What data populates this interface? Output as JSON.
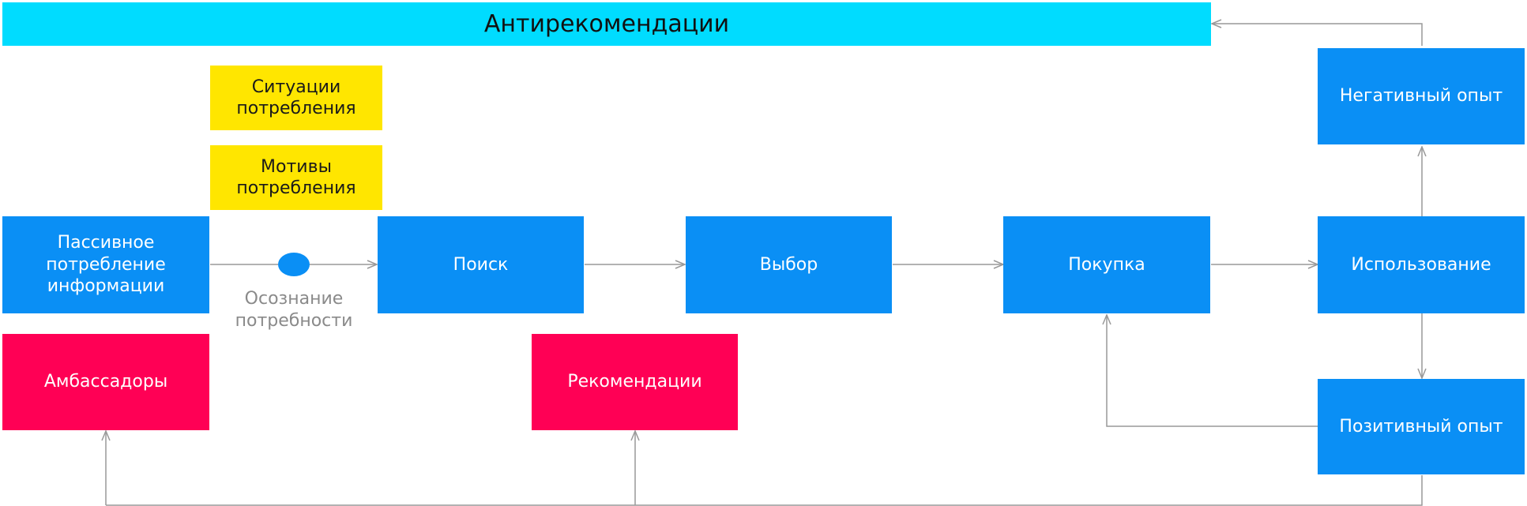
{
  "colors": {
    "stage": "#0a8ff5",
    "advocacy": "#ff0055",
    "factor": "#ffe600",
    "anti": "#00dcff",
    "connector": "#999999",
    "trigger_dot": "#0a8ff5"
  },
  "banner": {
    "label": "Антирекомендации"
  },
  "factors": {
    "situations": "Ситуации\nпотребления",
    "motives": "Мотивы\nпотребления"
  },
  "stages": {
    "passive": "Пассивное\nпотребление\nинформации",
    "search": "Поиск",
    "choice": "Выбор",
    "purchase": "Покупка",
    "usage": "Использование",
    "negative": "Негативный опыт",
    "positive": "Позитивный опыт"
  },
  "trigger": {
    "label": "Осознание\nпотребности"
  },
  "outcomes": {
    "ambassadors": "Амбассадоры",
    "recommendations": "Рекомендации"
  }
}
